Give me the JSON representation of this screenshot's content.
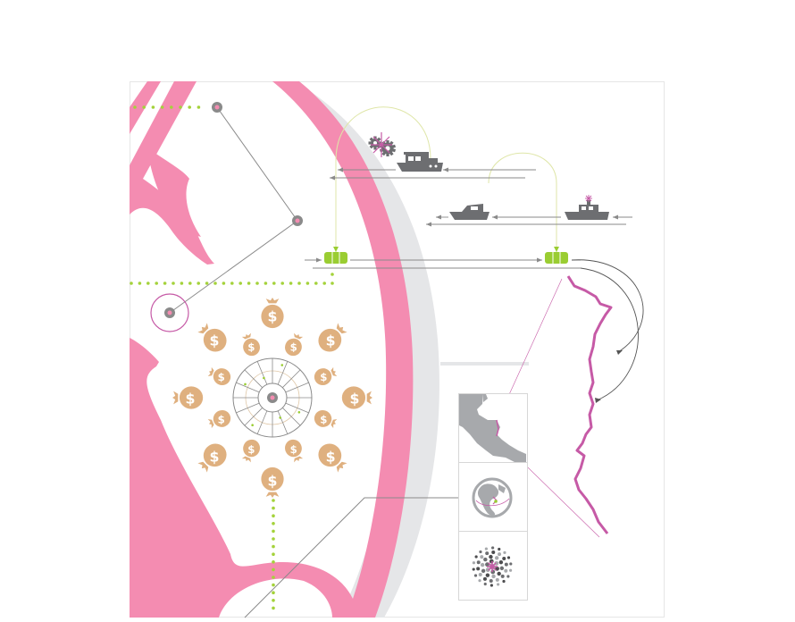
{
  "colors": {
    "pink": "#f48cb1",
    "pink_border": "#f48cb1",
    "grey_band": "#e5e6e8",
    "green": "#9acd32",
    "green_dots": "#a4d23a",
    "money_bag": "#dfb07f",
    "boat": "#6d6e71",
    "line": "#8a8a8a",
    "magenta": "#c65aa6",
    "map_grey": "#a7a9ac",
    "panel_border": "#d7d7d7",
    "frame": "#e6e6e6"
  },
  "icons": {
    "money_bag": "dollar-bag-icon",
    "gear": "gear-icon",
    "fishing_boat": "fishing-boat-icon",
    "speedboat": "speedboat-icon",
    "tugboat": "tugboat-icon",
    "container": "green-container-icon",
    "globe": "globe-icon",
    "cluster": "dot-cluster-icon",
    "map": "central-america-map-icon",
    "coastline": "coastline-icon",
    "node": "circle-node-icon"
  },
  "money_ring": {
    "bag_symbol": "$",
    "outer_count": 8,
    "inner_count": 8,
    "wheel_segments": 16
  },
  "panels": [
    {
      "id": "map",
      "icon": "central-america-map-icon"
    },
    {
      "id": "globe",
      "icon": "globe-icon"
    },
    {
      "id": "cluster",
      "icon": "dot-cluster-icon"
    }
  ]
}
